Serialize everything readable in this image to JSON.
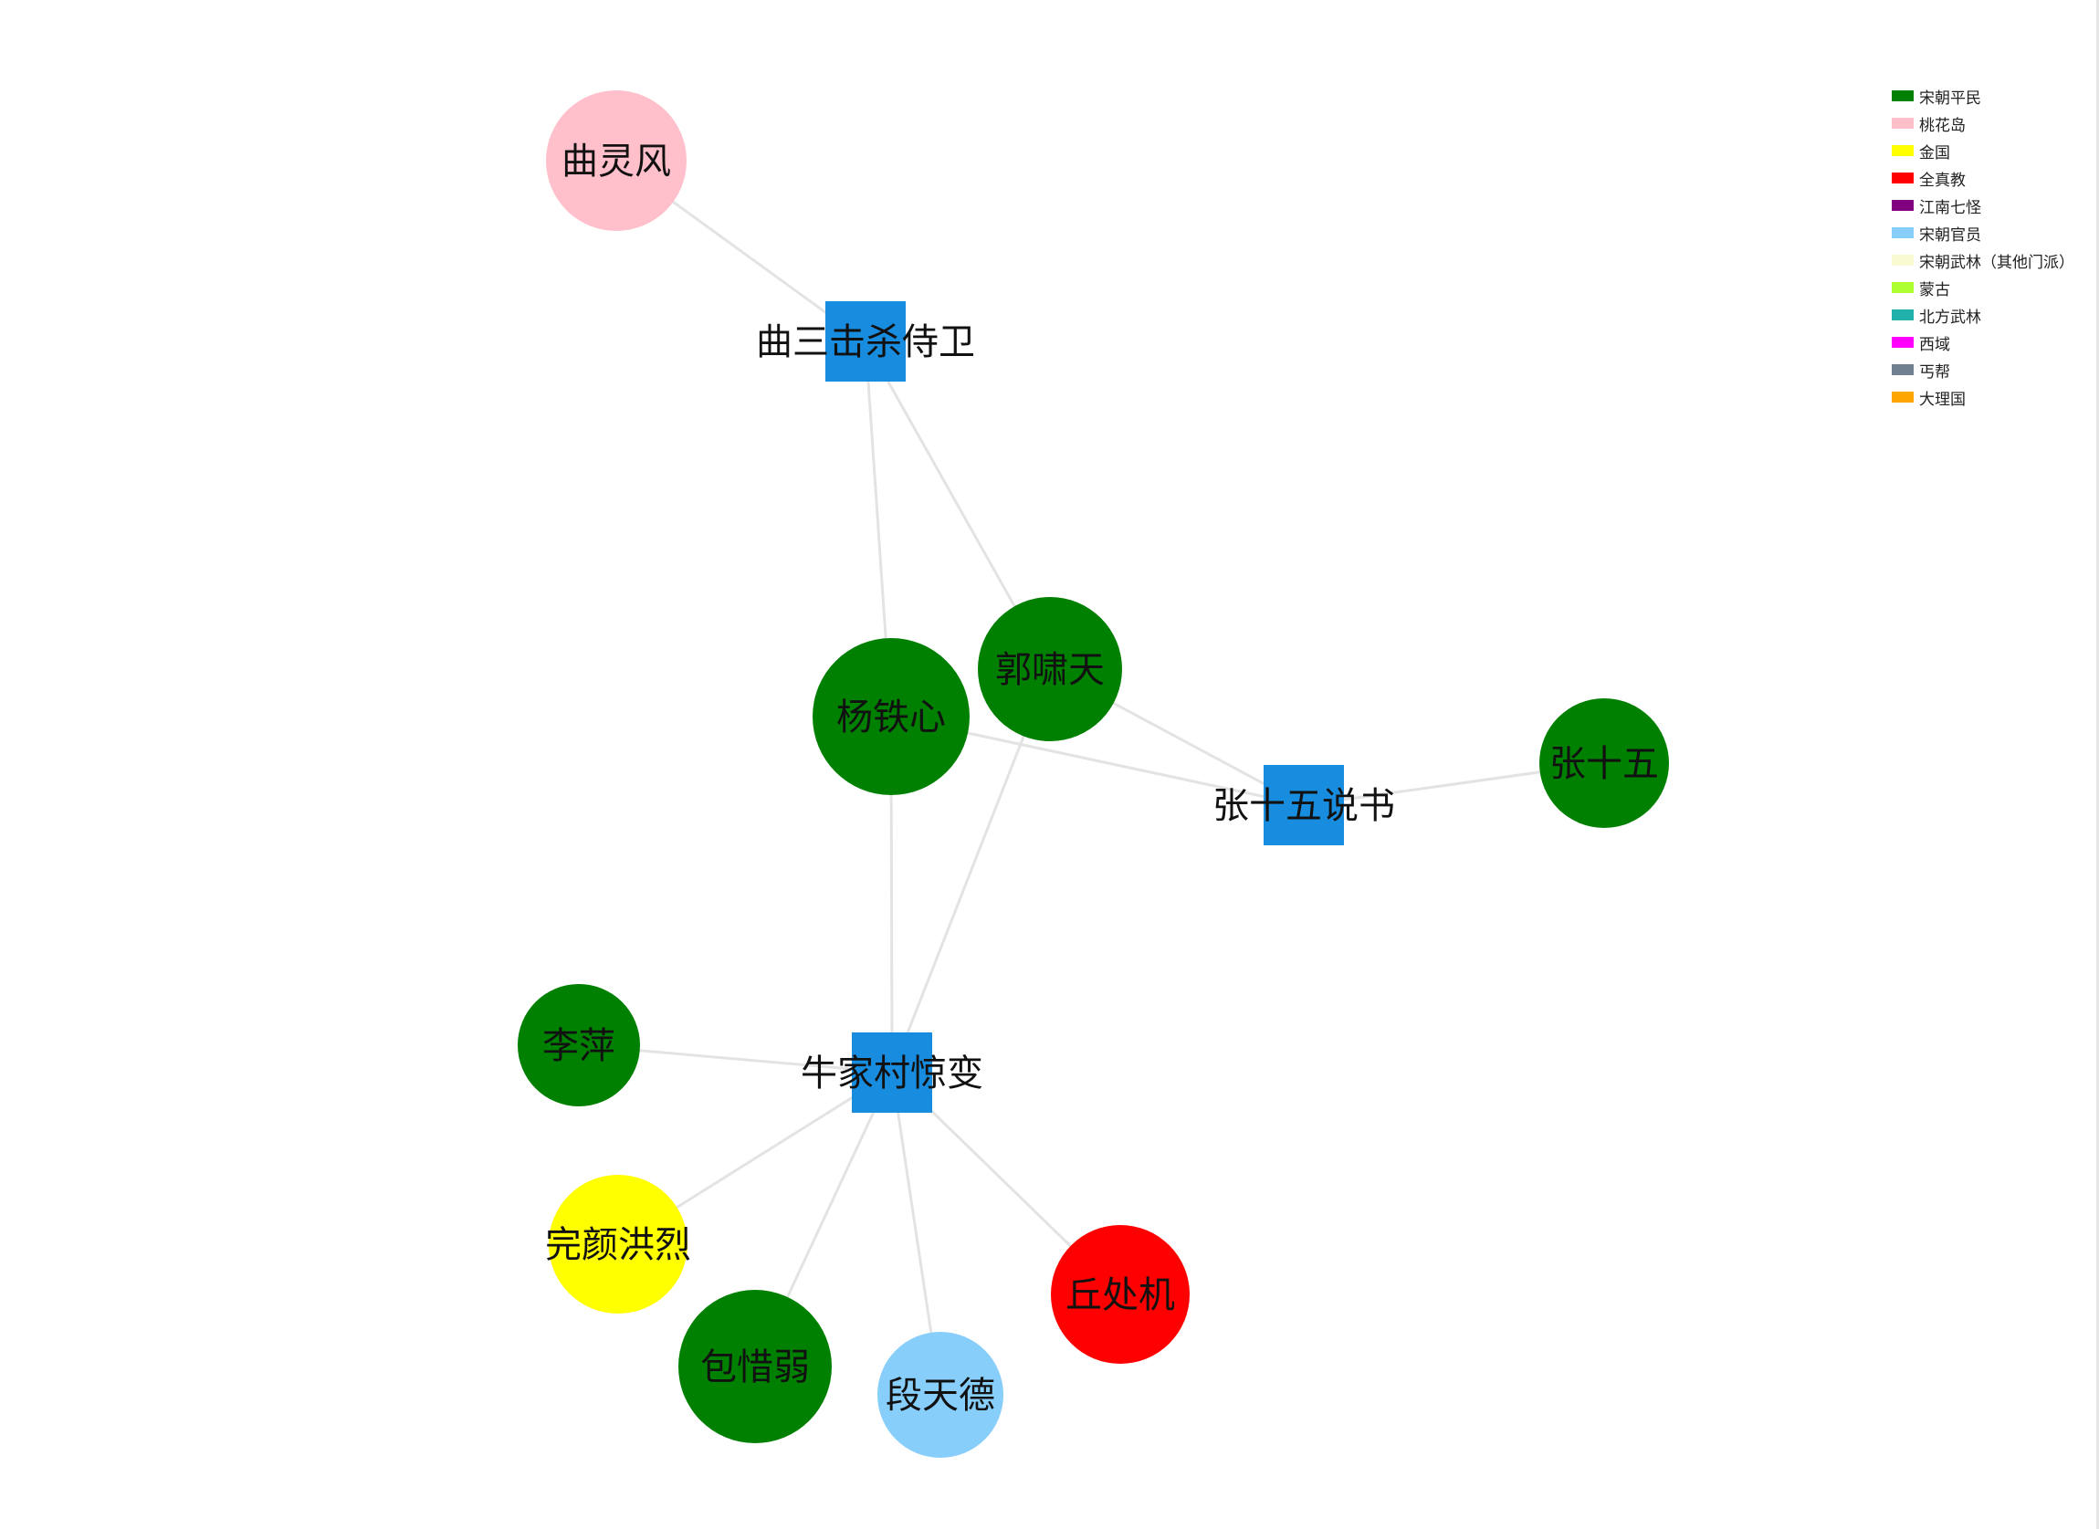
{
  "legend": [
    {
      "label": "宋朝平民",
      "color": "#008000"
    },
    {
      "label": "桃花岛",
      "color": "#ffc0cb"
    },
    {
      "label": "金国",
      "color": "#ffff00"
    },
    {
      "label": "全真教",
      "color": "#ff0000"
    },
    {
      "label": "江南七怪",
      "color": "#800080"
    },
    {
      "label": "宋朝官员",
      "color": "#87cefa"
    },
    {
      "label": "宋朝武林（其他门派）",
      "color": "#fafad2"
    },
    {
      "label": "蒙古",
      "color": "#adff2f"
    },
    {
      "label": "北方武林",
      "color": "#20b2aa"
    },
    {
      "label": "西域",
      "color": "#ff00ff"
    },
    {
      "label": "丐帮",
      "color": "#708090"
    },
    {
      "label": "大理国",
      "color": "#ffa500"
    }
  ],
  "events": [
    {
      "id": "e1",
      "label": "曲三击杀侍卫"
    },
    {
      "id": "e2",
      "label": "张十五说书"
    },
    {
      "id": "e3",
      "label": "牛家村惊变"
    }
  ],
  "people": [
    {
      "id": "p1",
      "label": "曲灵风",
      "faction": "桃花岛"
    },
    {
      "id": "p2",
      "label": "郭啸天",
      "faction": "宋朝平民"
    },
    {
      "id": "p3",
      "label": "杨铁心",
      "faction": "宋朝平民"
    },
    {
      "id": "p4",
      "label": "张十五",
      "faction": "宋朝平民"
    },
    {
      "id": "p5",
      "label": "李萍",
      "faction": "宋朝平民"
    },
    {
      "id": "p6",
      "label": "完颜洪烈",
      "faction": "金国"
    },
    {
      "id": "p7",
      "label": "包惜弱",
      "faction": "宋朝平民"
    },
    {
      "id": "p8",
      "label": "段天德",
      "faction": "宋朝官员"
    },
    {
      "id": "p9",
      "label": "丘处机",
      "faction": "全真教"
    }
  ],
  "links": [
    [
      "p1",
      "e1"
    ],
    [
      "p2",
      "e1"
    ],
    [
      "p3",
      "e1"
    ],
    [
      "p2",
      "e2"
    ],
    [
      "p3",
      "e2"
    ],
    [
      "p4",
      "e2"
    ],
    [
      "p2",
      "e3"
    ],
    [
      "p3",
      "e3"
    ],
    [
      "p5",
      "e3"
    ],
    [
      "p6",
      "e3"
    ],
    [
      "p7",
      "e3"
    ],
    [
      "p8",
      "e3"
    ],
    [
      "p9",
      "e3"
    ]
  ]
}
